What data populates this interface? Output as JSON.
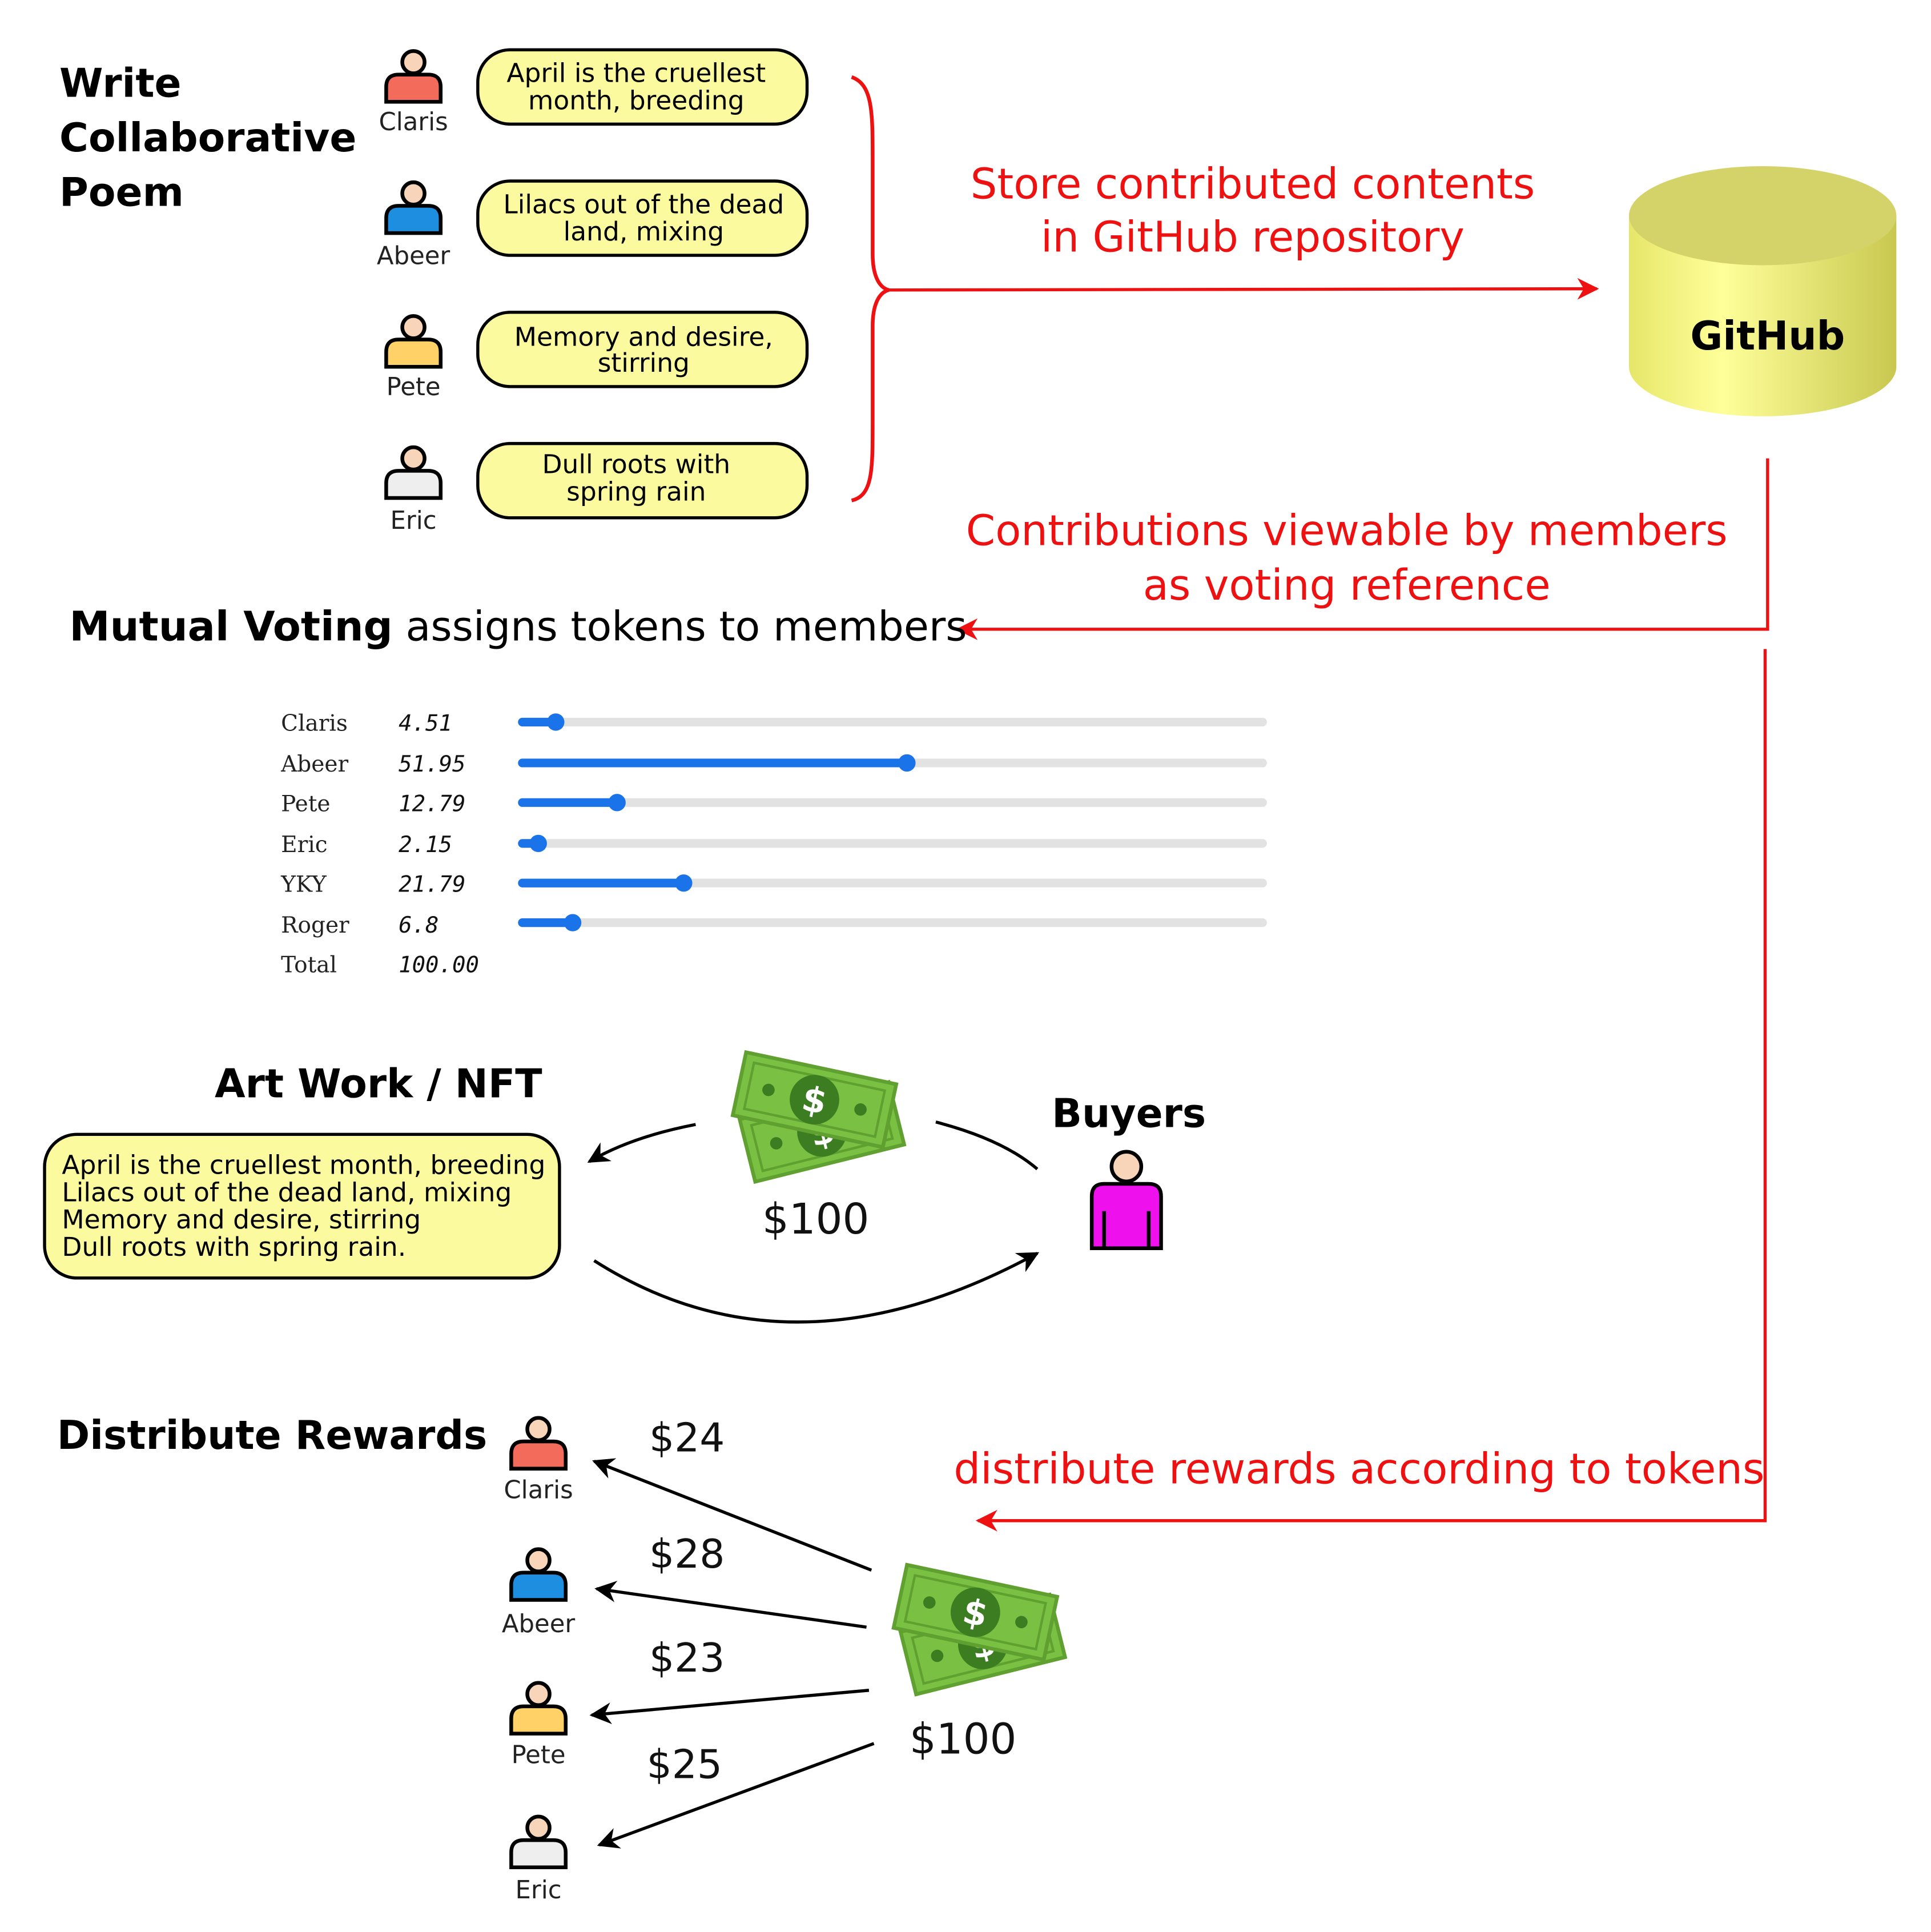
{
  "headings": {
    "write_poem": [
      "Write",
      "Collaborative",
      "Poem"
    ],
    "mutual_voting_bold": "Mutual Voting",
    "mutual_voting_rest": " assigns tokens to members",
    "art_work": "Art Work / NFT",
    "buyers": "Buyers",
    "distribute": "Distribute Rewards"
  },
  "contributors": [
    {
      "name": "Claris",
      "color": "#f26b5b",
      "lines": [
        "April is the cruellest",
        "month, breeding"
      ]
    },
    {
      "name": "Abeer",
      "color": "#1e8ee0",
      "lines": [
        "Lilacs out of the dead",
        "land, mixing"
      ]
    },
    {
      "name": "Pete",
      "color": "#ffd166",
      "lines": [
        "Memory and desire,",
        "stirring"
      ]
    },
    {
      "name": "Eric",
      "color": "#eeeeee",
      "lines": [
        "Dull roots with",
        "spring rain"
      ]
    }
  ],
  "github": {
    "label": "GitHub",
    "color": "#f4f48c"
  },
  "annotations": {
    "store": [
      "Store contributed contents",
      "in GitHub repository"
    ],
    "viewable": [
      "Contributions viewable by members",
      "as voting reference"
    ],
    "distribute": "distribute rewards according to tokens"
  },
  "voting": {
    "members": [
      {
        "name": "Claris",
        "value": "4.51",
        "fraction": 0.0451
      },
      {
        "name": "Abeer",
        "value": "51.95",
        "fraction": 0.5195
      },
      {
        "name": "Pete",
        "value": "12.79",
        "fraction": 0.1279
      },
      {
        "name": "Eric",
        "value": "2.15",
        "fraction": 0.0215
      },
      {
        "name": "YKY",
        "value": "21.79",
        "fraction": 0.2179
      },
      {
        "name": "Roger",
        "value": "6.8",
        "fraction": 0.068
      }
    ],
    "total_label": "Total",
    "total_value": "100.00",
    "slider_color": "#1a73e8"
  },
  "artwork": {
    "poem": [
      "April is the cruellest month, breeding",
      "Lilacs out of the dead land, mixing",
      "Memory and desire, stirring",
      "Dull roots with spring rain."
    ],
    "price": "$100"
  },
  "buyer": {
    "color": "#ee11ee"
  },
  "rewards": {
    "total": "$100",
    "items": [
      {
        "name": "Claris",
        "amount": "$24",
        "color": "#f26b5b"
      },
      {
        "name": "Abeer",
        "amount": "$28",
        "color": "#1e8ee0"
      },
      {
        "name": "Pete",
        "amount": "$23",
        "color": "#ffd166"
      },
      {
        "name": "Eric",
        "amount": "$25",
        "color": "#eeeeee"
      }
    ]
  },
  "colors": {
    "accent_red": "#ee1111",
    "bubble_fill": "#fbfa9e",
    "money_green": "#7ac143"
  }
}
